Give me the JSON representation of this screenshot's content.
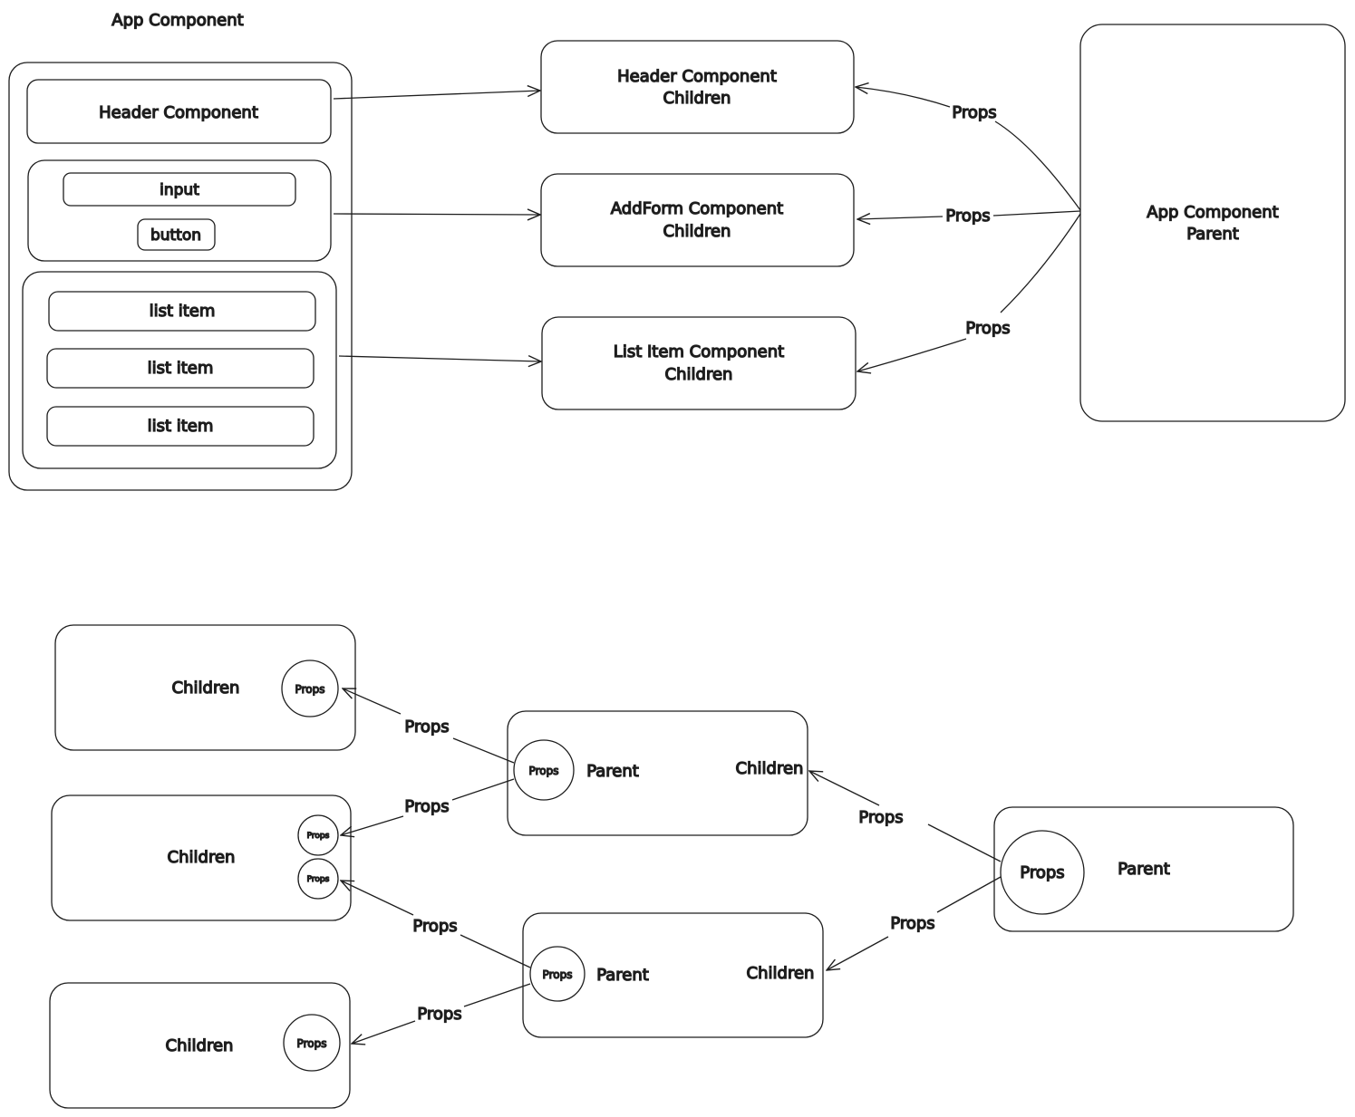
{
  "top": {
    "title": "App Component",
    "header_component": "Header Component",
    "input": "input",
    "button": "button",
    "list_items": [
      "list item",
      "list item",
      "list item"
    ],
    "children_nodes": [
      {
        "name": "Header Component",
        "role": "Children"
      },
      {
        "name": "AddForm Component",
        "role": "Children"
      },
      {
        "name": "List Item Component",
        "role": "Children"
      }
    ],
    "parent_node": {
      "name": "App Component",
      "role": "Parent"
    },
    "props_label": "Props"
  },
  "bottom": {
    "children_label": "Children",
    "parent_label": "Parent",
    "props_label": "Props"
  }
}
